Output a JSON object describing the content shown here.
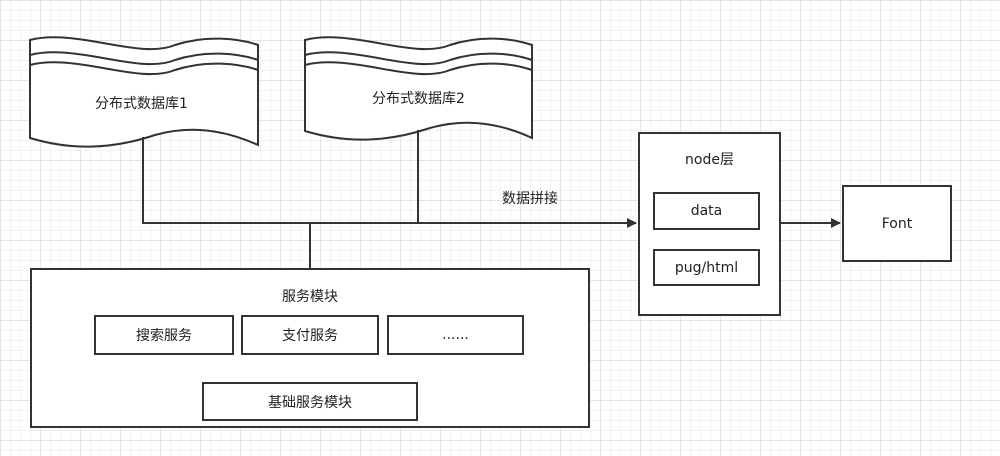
{
  "databases": {
    "db1": {
      "label": "分布式数据库1"
    },
    "db2": {
      "label": "分布式数据库2"
    }
  },
  "edge_label": "数据拼接",
  "service_module": {
    "title": "服务模块",
    "services": [
      "搜索服务",
      "支付服务",
      "......"
    ],
    "base": "基础服务模块"
  },
  "node_layer": {
    "title": "node层",
    "items": [
      "data",
      "pug/html"
    ]
  },
  "font_box": {
    "label": "Font"
  }
}
